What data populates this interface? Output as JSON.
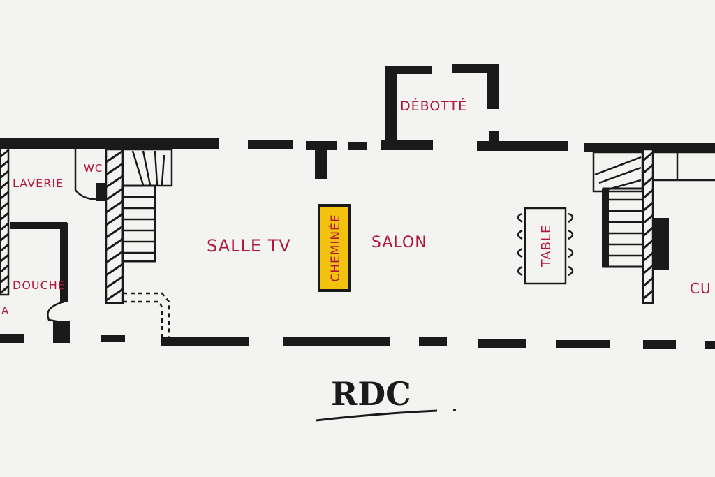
{
  "plan": {
    "title": "RDC",
    "rooms": {
      "laverie": "LAVERIE",
      "wc": "WC",
      "douche": "DOUCHE",
      "partial_left": "A",
      "salle_tv": "SALLE TV",
      "salon": "SALON",
      "debotte": "DÉBOTTÉ",
      "table": "TABLE",
      "partial_right": "CU"
    },
    "fireplace_label": "CHEMINÉE"
  },
  "colors": {
    "ink": "#1a1a1a",
    "label_red": "#b0173a",
    "fireplace_fill": "#f2c20f",
    "paper": "#f3f3f1"
  }
}
